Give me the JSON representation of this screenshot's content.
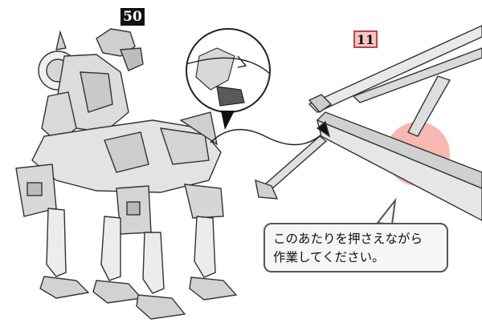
{
  "steps": {
    "main": "50",
    "sub": "11"
  },
  "note": {
    "line1": "このあたりを押さえながら",
    "line2": "作業してください。"
  },
  "colors": {
    "highlight": "#f4a09a",
    "badge_sub_bg": "#f4c6c4",
    "badge_main_bg": "#111111"
  }
}
